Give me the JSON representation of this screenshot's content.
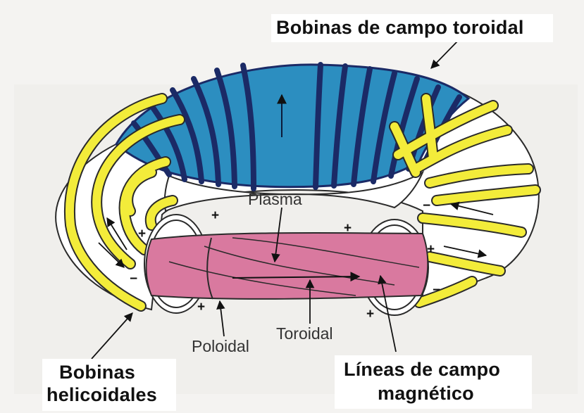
{
  "labels": {
    "toroidal_coils": "Bobinas de campo toroidal",
    "plasma": "Plasma",
    "poloidal": "Poloidal",
    "toroidal": "Toroidal",
    "helical_coils_line1": "Bobinas",
    "helical_coils_line2": "helicoidales",
    "field_lines_line1": "Líneas de campo",
    "field_lines_line2": "magnético"
  },
  "signs": {
    "plus": "+",
    "minus": "−"
  },
  "colors": {
    "toroidal_coil_blue": "#2c8ec0",
    "coil_band_navy": "#1b2a66",
    "helical_coil_yellow": "#f3ec3a",
    "plasma_pink": "#d9799f",
    "torus_white": "#ffffff"
  }
}
